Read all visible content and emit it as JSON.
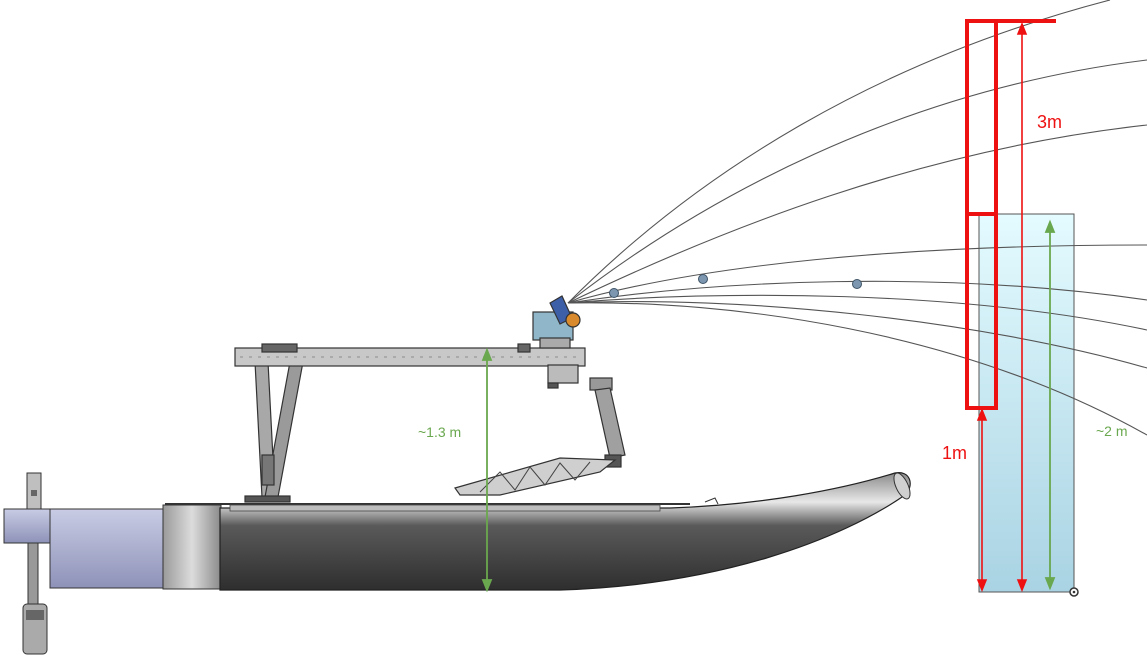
{
  "labels": {
    "arm_height": "~1.3 m",
    "target_width": "~2 m",
    "lower_zone": "1m",
    "upper_zone": "3m"
  },
  "colors": {
    "measure_green": "#6aa84f",
    "zone_red": "#ee1111",
    "trajectory": "#555555",
    "hull_dark": "#3d3d3d",
    "bow_block": "#b4b8d6",
    "target_panel": "#cfeef6",
    "frame_gray": "#9a9a9a"
  },
  "icons": {
    "launcher": "launcher-icon",
    "ball": "ball-icon",
    "origin_marker": "origin-marker-icon"
  }
}
